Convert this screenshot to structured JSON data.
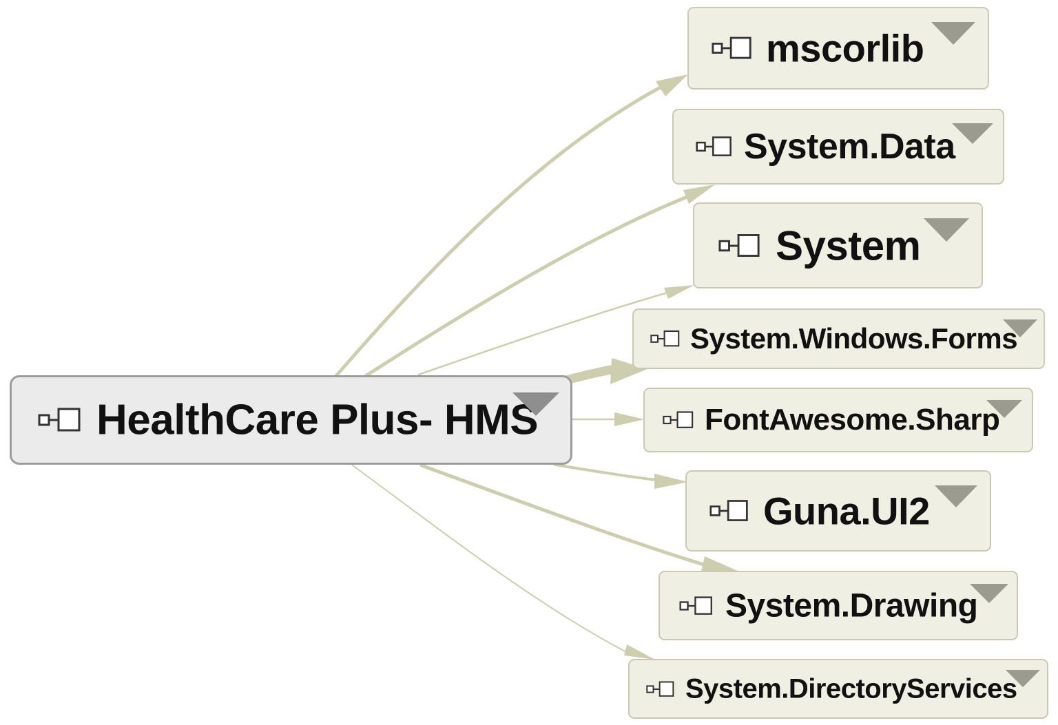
{
  "graph": {
    "root": {
      "label": "HealthCare Plus- HMS",
      "icon": "assembly-icon",
      "menu_icon": "dropdown-arrow-icon"
    },
    "dependencies": [
      {
        "label": "mscorlib",
        "icon": "assembly-icon",
        "menu_icon": "dropdown-arrow-icon"
      },
      {
        "label": "System.Data",
        "icon": "assembly-icon",
        "menu_icon": "dropdown-arrow-icon"
      },
      {
        "label": "System",
        "icon": "assembly-icon",
        "menu_icon": "dropdown-arrow-icon"
      },
      {
        "label": "System.Windows.Forms",
        "icon": "assembly-icon",
        "menu_icon": "dropdown-arrow-icon"
      },
      {
        "label": "FontAwesome.Sharp",
        "icon": "assembly-icon",
        "menu_icon": "dropdown-arrow-icon"
      },
      {
        "label": "Guna.UI2",
        "icon": "assembly-icon",
        "menu_icon": "dropdown-arrow-icon"
      },
      {
        "label": "System.Drawing",
        "icon": "assembly-icon",
        "menu_icon": "dropdown-arrow-icon"
      },
      {
        "label": "System.DirectoryServices",
        "icon": "assembly-icon",
        "menu_icon": "dropdown-arrow-icon"
      }
    ]
  },
  "colors": {
    "edge": "#cdcdb0",
    "node_fill": "#efefe3",
    "node_border": "#c9c9b4",
    "root_fill": "#ebebeb",
    "root_border": "#9c9c9c",
    "arrow_menu": "#9b9b90",
    "text": "#111111"
  }
}
